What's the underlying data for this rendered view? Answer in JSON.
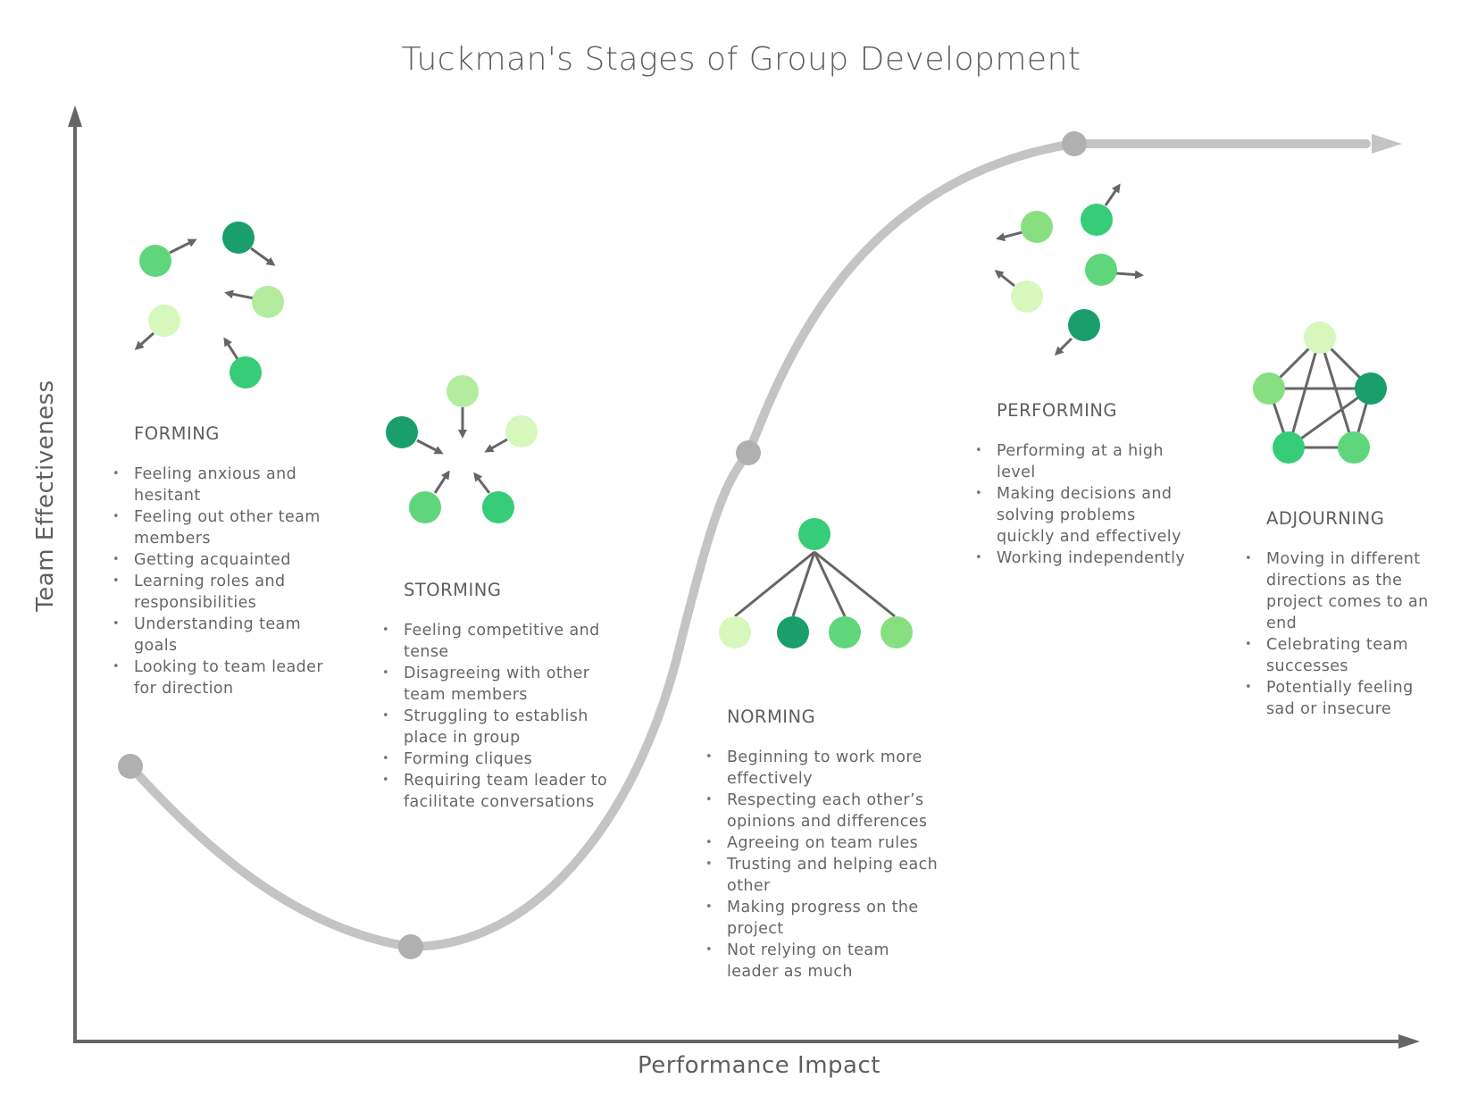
{
  "title": "Tuckman's Stages of Group Development",
  "axes": {
    "x_label": "Performance Impact",
    "y_label": "Team Effectiveness"
  },
  "colors": {
    "axis": "#666666",
    "curve": "#c4c4c4",
    "curve_node": "#b0b0b0",
    "connector": "#666666",
    "green_dark": "#1a9e6c",
    "green_medium": "#37cc77",
    "green_mid": "#5fd67b",
    "green_light": "#87df80",
    "green_pale": "#b3ec9f",
    "green_paler": "#d6f8bd",
    "text": "#666666"
  },
  "stages": [
    {
      "name": "FORMING",
      "bullets": [
        "Feeling anxious and hesitant",
        "Feeling out other team members",
        "Getting acquainted",
        "Learning roles and responsibilities",
        "Understanding team goals",
        "Looking to team leader for direction"
      ]
    },
    {
      "name": "STORMING",
      "bullets": [
        "Feeling competitive and tense",
        "Disagreeing with other team members",
        "Struggling to establish place in group",
        "Forming cliques",
        "Requiring team leader to facilitate conversations"
      ]
    },
    {
      "name": "NORMING",
      "bullets": [
        "Beginning to work more effectively",
        "Respecting each other’s opinions and differences",
        "Agreeing on team rules",
        "Trusting and helping each other",
        "Making progress on the project",
        "Not relying on team leader as much"
      ]
    },
    {
      "name": "PERFORMING",
      "bullets": [
        "Performing at a high level",
        "Making decisions and solving problems quickly and effectively",
        "Working independently"
      ]
    },
    {
      "name": "ADJOURNING",
      "bullets": [
        "Moving in different directions as the project comes to an end",
        "Celebrating team successes",
        "Potentially feeling sad or insecure"
      ]
    }
  ],
  "curve_nodes": [
    "forming-start",
    "storming-low",
    "norming-mid",
    "performing-high"
  ],
  "icons": {
    "forming": "scattered-members-outward-arrows-icon",
    "storming": "members-converging-arrows-icon",
    "norming": "leader-hierarchy-tree-icon",
    "performing": "independent-members-outward-arrows-icon",
    "adjourning": "fully-connected-network-icon"
  }
}
